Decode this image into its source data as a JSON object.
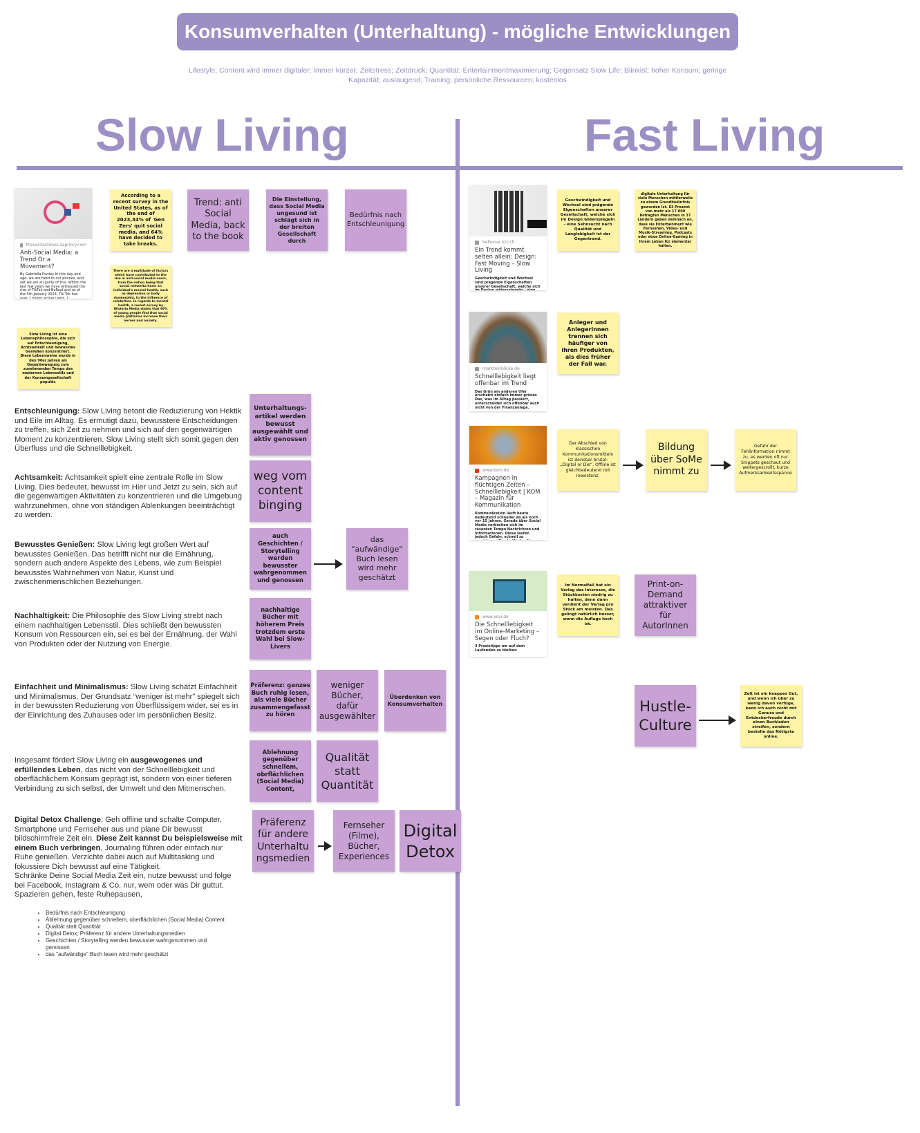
{
  "header": {
    "title": "Konsumverhalten (Unterhaltung) - mögliche Entwicklungen",
    "subtitle_line1": "Lifestyle; Content wird immer digitaler; immer kürzer; Zeitstress; Zeitdruck; Quantität; Entertainmentmaximierung; Gegensatz Slow Life; Blinkist; hoher Konsum; geringe",
    "subtitle_line2": "Kapazität; auslaugend; Training; persönliche Ressourcen; kostenlos"
  },
  "columns": {
    "left": "Slow Living",
    "right": "Fast Living"
  },
  "colors": {
    "accent": "#9b8fc4",
    "purple_note": "#c8a2d5",
    "yellow_note": "#fff4a6"
  },
  "slow": {
    "card": {
      "source": "theveritastimes.sapriory.com",
      "title": "Anti-Social Media: a Trend Or a Movement?",
      "snippet": "By Gabriella Davies In this day and age, we are fixed to our phones, and yet we are all guilty of this. Within the last few years we have witnessed the rise of TikTok and BeReal and as of the 5th January 2024, Tik Tok has over 1 billion active users, I..."
    },
    "notes": {
      "survey": "According to a recent survey in the United States, as of the end of 2023,34% of 'Gen Zers' quit social media, and 64% have decided to take breaks.",
      "trend": "Trend: anti Social Media, back to the book",
      "einstellung": "Die Einstellung, dass Social Media ungesund ist schlägt sich in der breiten Gesellschaft durch",
      "beduerfnis": "Bedürfnis nach Entschleunigung",
      "factors": "There are a multitude of factors which have contributed to the rise in anti-social media users, from the notion being that social networks harm an individual's mental health, such as depression or body dysmorphia, to the influence of celebrities. In regards to mental health, a recent survey by Wisteria Media states that 69% of young people find that social media platforms increase their nerves and anxiety.",
      "philosophie": "Slow Living ist eine Lebensphilosophie, die sich auf Entschleunigung, Achtsamkeit und bewusstes Genießen konzentriert. Diese Lebensweise wurde in den 90er Jahren als Gegenbewegung zum zunehmenden Tempo des modernen Lebensstils und der Konsumgesellschaft populär.",
      "unterhaltung": "Unterhaltungs-artikel werden bewusst ausgewählt und aktiv genossen",
      "binging": "weg vom content binging",
      "geschichten": "auch Geschichten / Storytelling werden bewusster wahrgenommen und genossen",
      "aufwaendig": "das \"aufwändige\" Buch lesen wird mehr geschätzt",
      "nachhaltig": "nachhaltige Bücher mit höherem Preis trotzdem erste Wahl bei Slow-Livers",
      "ganzes_buch": "Präferenz: ganzes Buch ruhig lesen, als viele Bücher zusammengefasst zu hören",
      "weniger": "weniger Bücher, dafür ausgewählter",
      "ueberdenken": "Überdenken von Konsumverhalten",
      "ablehnung": "Ablehnung gegenüber schnellem, obrflächlichen (Social Media) Content,",
      "qualitaet": "Qualität statt Quantität",
      "praeferenz": "Präferenz für andere Unterhaltu ngsmedien",
      "fernseher": "Fernseher (Filme), Bücher, Experiences",
      "detox": "Digital Detox"
    },
    "paragraphs": [
      {
        "label": "Entschleunigung:",
        "text": " Slow Living betont die Reduzierung von Hektik und Eile im Alltag. Es ermutigt dazu, bewusstere Entscheidungen zu treffen, sich Zeit zu nehmen und sich auf den gegenwärtigen Moment zu konzentrieren. Slow Living stellt sich somit gegen den Überfluss und die Schnelllebigkeit."
      },
      {
        "label": "Achtsamkeit:",
        "text": " Achtsamkeit spielt eine zentrale Rolle im Slow Living. Dies bedeutet, bewusst im Hier und Jetzt zu sein, sich auf die gegenwärtigen Aktivitäten zu konzentrieren und die Umgebung wahrzunehmen, ohne von ständigen Ablenkungen beeinträchtigt zu werden."
      },
      {
        "label": "Bewusstes Genießen:",
        "text": " Slow Living legt großen Wert auf bewusstes Genießen. Das betrifft nicht nur die Ernährung, sondern auch andere Aspekte des Lebens, wie zum Beispiel bewusstes Wahrnehmen von Natur, Kunst und zwischenmenschlichen Beziehungen."
      },
      {
        "label": "Nachhaltigkeit:",
        "text": " Die Philosophie des Slow Living strebt nach einem nachhaltigen Lebensstil. Dies schließt den bewussten Konsum von Ressourcen ein, sei es bei der Ernährung, der Wahl von Produkten oder der Nutzung von Energie."
      },
      {
        "label": "Einfachheit und Minimalismus:",
        "text": " Slow Living schätzt Einfachheit und Minimalismus. Der Grundsatz “weniger ist mehr” spiegelt sich in der bewussten Reduzierung von Überflüssigem wider, sei es in der Einrichtung des Zuhauses oder im persönlichen Besitz."
      }
    ],
    "summary": {
      "pre": "Insgesamt fördert Slow Living ein ",
      "bold": "ausgewogenes und erfüllendes Leben",
      "post": ", das nicht von der Schnelllebigkeit und oberflächlichem Konsum geprägt ist, sondern von einer tieferen Verbindung zu sich selbst, der Umwelt und den Mitmenschen."
    },
    "detox_para": {
      "label": "Digital Detox Challenge",
      "part1": ": Geh offline und schalte Computer, Smartphone und Fernseher aus und plane Dir bewusst bildschirmfreie Zeit ein. ",
      "bold": "Diese Zeit kannst Du beispielsweise mit einem Buch verbringen",
      "part2": ", Journaling führen oder einfach nur Ruhe genießen. Verzichte dabei auch auf Multitasking und fokussiere Dich bewusst auf eine Tätigkeit.",
      "line2": "Schränke Deine Social Media Zeit ein, nutze bewusst und folge bei Facebook, Instagram & Co. nur, wem oder was Dir guttut.",
      "line3": "Spazieren gehen, feste Ruhepausen,"
    },
    "bullets": [
      "Bedürfnis nach Entschleunigung",
      "Ablehnung gegenüber schnellem, oberflächlichen (Social Media) Content",
      "Qualität statt Quantität",
      "Digital Detox; Präferenz für andere Unterhaltungsmedien",
      "Geschichten / Storytelling werden bewusster wahrgenommen und genossen",
      "das \"aufwändige\" Buch lesen wird mehr geschätzt"
    ]
  },
  "fast": {
    "cards": [
      {
        "source": "bellevue.nzz.ch",
        "title": "Ein Trend kommt selten allein: Design: Fast Moving – Slow Living",
        "snippet": "Geschwindigkeit und Wechsel sind prägende Eigenschaften unserer Gesellschaft, welche sich im Design widerspiegeln – eine Sehnsucht nach Qualität und Langlebigkeit ist der Gegentrend."
      },
      {
        "source": "markteinblicke.de",
        "title": "Schnelllebigkeit liegt offenbar im Trend",
        "snippet": "Das Grün am anderen Ufer erscheint einfach immer grüner. Das, was im Alltag passiert, unterscheidet sich offenbar auch nicht von der Finanzanlage."
      },
      {
        "source": "www.kom.de",
        "title": "Kampagnen in flüchtigen Zeiten – Schnelllebigkeit | KOM – Magazin für Kommunikation",
        "snippet": "Kommunikation läuft heute bedeutend schneller ab als noch vor 15 Jahren. Gerade über Social Media verbreiten sich im rasanten Tempo Nachrichten und Informationen. Diese laufen jedoch Gefahr, schnell zu versickern. Was heißt das für Kampagnen und die Pre..."
      },
      {
        "source": "www.xovi.de",
        "title": "Die Schnelllebigkeit im Online-Marketing – Segen oder Fluch?",
        "snippet": "3 Praxistipps um auf dem Laufenden zu bleiben"
      }
    ],
    "notes": {
      "geschwindigkeit": "Geschwindigkeit und Wechsel sind prägende Eigenschaften unserer Gesellschaft, welche sich im Design widerspiegeln – eine Sehnsucht nach Qualität und Langlebigkeit ist der Gegentrend.",
      "digitale": "digitale Unterhaltung für viele Menschen mittlerweile zu einem Grundbedürfnis geworden ist. 83 Prozent von mehr als 17.000 befragten Menschen in 37 Ländern gaben demnach an, dass sie Entertainment wie Fernsehen, Video- und Musik-Streaming, Podcasts oder etwa Online-Gaming in ihrem Leben für elementar halten.",
      "anleger": "Anleger und Anlegerinnen trennen sich häufiger von ihren Produkten, als dies früher der Fall war.",
      "abschied": "Der Abschied von klassischen Kommunikationsmitteln ist denkbar brutal: „Digital or Die“, Offline ist gleichbedeutend mit Inexistenz.",
      "bildung": "Bildung über SoMe nimmt zu",
      "gefahr": "Gefahr der Fehlinformation nimmt zu, es werden oft nur Snippets geschaut und weitergescrollt, kurze Aufmerksamkeitsspanne",
      "normalfall": "Im Normalfall hat ein Verlag das Interesse, die Stückkosten niedrig zu halten, denn dann verdient der Verlag pro Stück am meisten. Das gelingt natürlich besser, wenn die Auflage hoch ist.",
      "pod": "Print-on-Demand attraktiver für AutorInnen",
      "hustle": "Hustle-Culture",
      "zeit": "Zeit ist ein knappes Gut, und wenn ich über zu wenig davon verfüge, kann ich auch nicht mit Genuss und Entdeckerfreude durch einen Buchladen streifen, sondern bestelle das Nötigste online."
    }
  }
}
